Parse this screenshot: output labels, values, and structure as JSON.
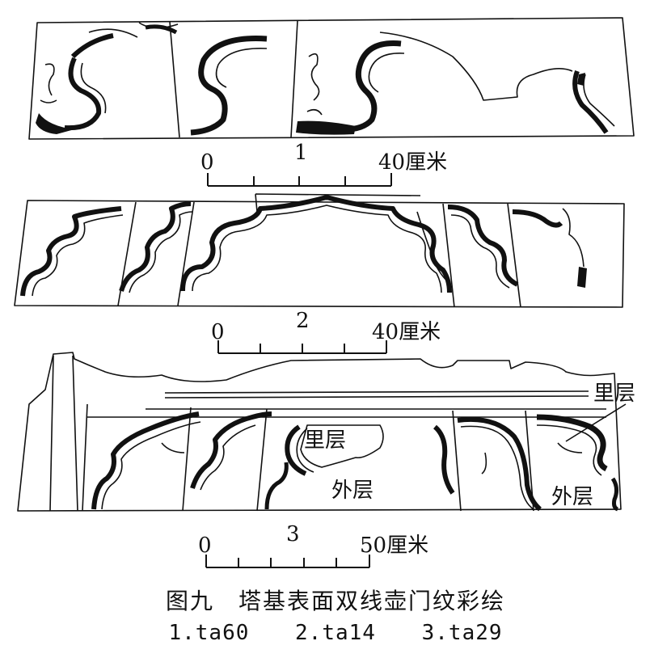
{
  "figures": [
    {
      "number": "1",
      "scale_start": "0",
      "scale_end": "40厘米"
    },
    {
      "number": "2",
      "scale_start": "0",
      "scale_end": "40厘米"
    },
    {
      "number": "3",
      "scale_start": "0",
      "scale_end": "50厘米",
      "labels": {
        "inner_1": "里层",
        "inner_2": "里层",
        "outer_1": "外层",
        "outer_2": "外层"
      }
    }
  ],
  "caption": {
    "title": "图九　塔基表面双线壶门纹彩绘",
    "items": [
      "1.ta60",
      "2.ta14",
      "3.ta29"
    ]
  }
}
